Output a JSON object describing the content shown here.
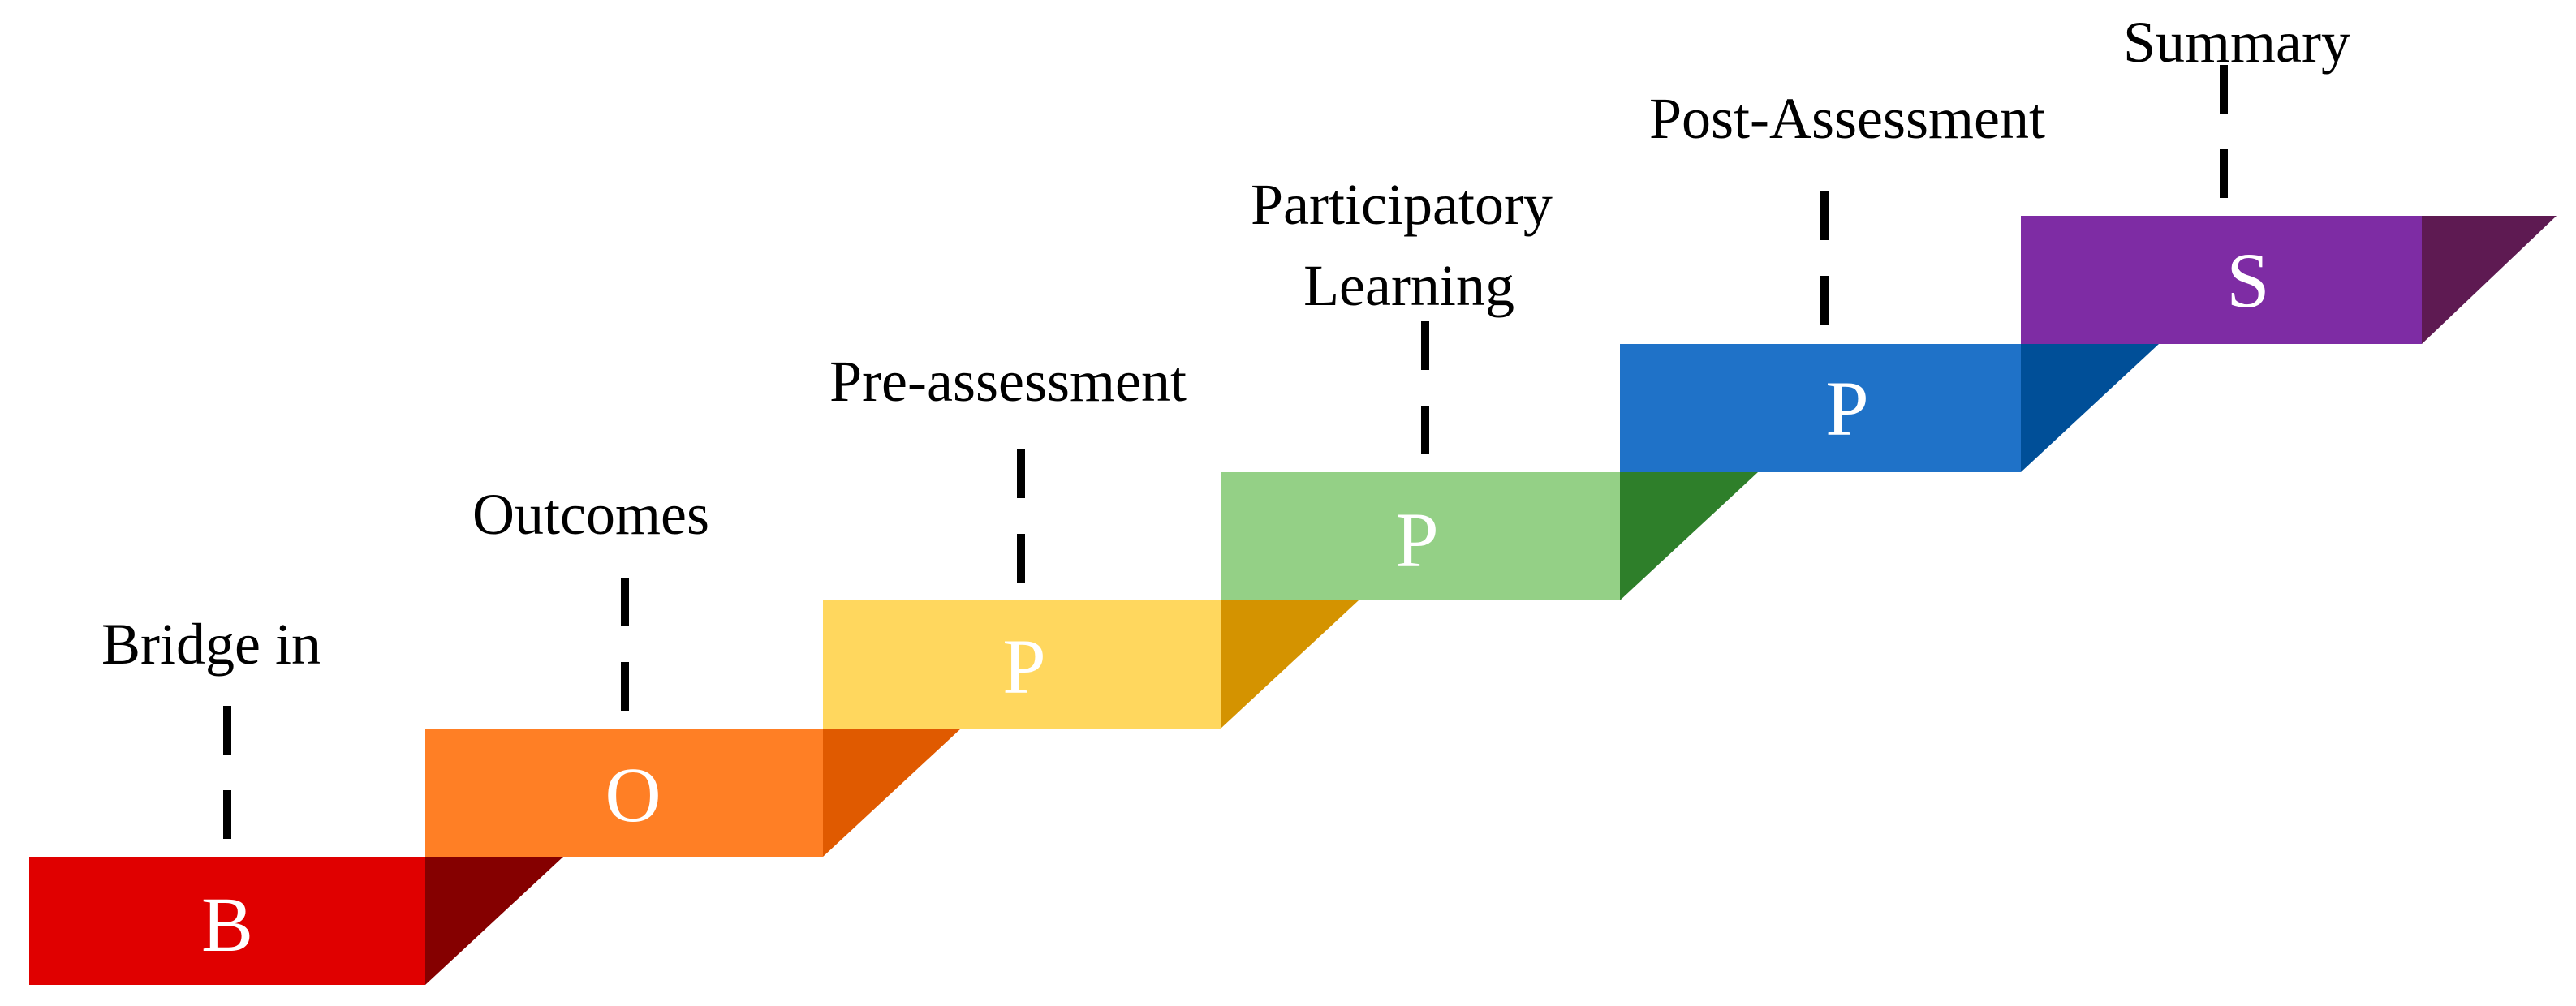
{
  "steps": [
    {
      "letter": "B",
      "label_lines": [
        "Bridge in"
      ],
      "colors": {
        "front": "#e00000",
        "side": "#850000"
      }
    },
    {
      "letter": "O",
      "label_lines": [
        "Outcomes"
      ],
      "colors": {
        "front": "#ff7f25",
        "side": "#e05a00"
      }
    },
    {
      "letter": "P",
      "label_lines": [
        "Pre-assessment"
      ],
      "colors": {
        "front": "#ffd75e",
        "side": "#d49300"
      }
    },
    {
      "letter": "P",
      "label_lines": [
        "Participatory",
        "Learning"
      ],
      "colors": {
        "front": "#94d086",
        "side": "#2e7f2a"
      }
    },
    {
      "letter": "P",
      "label_lines": [
        "Post-Assessment"
      ],
      "colors": {
        "front": "#1f72c8",
        "side": "#004f98"
      }
    },
    {
      "letter": "S",
      "label_lines": [
        "Summary"
      ],
      "colors": {
        "front": "#7e2ca4",
        "side": "#5e1a52"
      }
    }
  ]
}
